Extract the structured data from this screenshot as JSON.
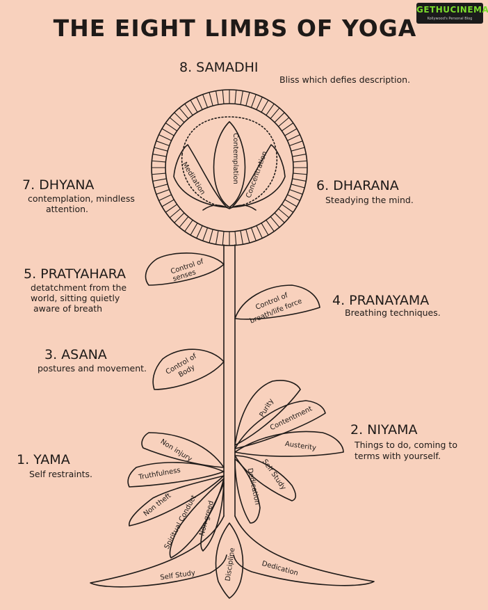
{
  "title": "THE EIGHT LIMBS OF YOGA",
  "watermark": {
    "text": "GETHUCINEMA",
    "tagline": "Kollywood's Personal Blog"
  },
  "colors": {
    "paper": "#f8d1bd",
    "ink": "#1e1a18",
    "logo_bg": "#1b1b1b",
    "logo_text": "#7bdc2d"
  },
  "limbs": [
    {
      "name": "1. YAMA",
      "desc": [
        "Self restraints."
      ]
    },
    {
      "name": "2. NIYAMA",
      "desc": [
        "Things to do, coming to",
        "terms with yourself."
      ]
    },
    {
      "name": "3. ASANA",
      "desc": [
        "postures and movement."
      ]
    },
    {
      "name": "4. PRANAYAMA",
      "desc": [
        "Breathing techniques."
      ]
    },
    {
      "name": "5. PRATYAHARA",
      "desc": [
        "detatchment from the",
        "world, sitting quietly",
        "aware of breath"
      ]
    },
    {
      "name": "6. DHARANA",
      "desc": [
        "Steadying the mind."
      ]
    },
    {
      "name": "7. DHYANA",
      "desc": [
        "contemplation, mindless",
        "attention."
      ]
    },
    {
      "name": "8. SAMADHI",
      "desc": [
        "Bliss which defies description."
      ]
    }
  ],
  "flower": {
    "center": "Contemplation",
    "left": "Meditation",
    "right": "Concentration"
  },
  "stem_leaves": {
    "senses": [
      "Control of",
      "senses"
    ],
    "breath": [
      "Control of",
      "breath/life force"
    ],
    "body": [
      "Control of",
      "Body"
    ]
  },
  "yama_leaves": [
    "Non injury",
    "Truthfulness",
    "Non theft",
    "Spiritual Conduct",
    "Non greed"
  ],
  "niyama_leaves": [
    "Purity",
    "Contentment",
    "Austerity",
    "Self Study",
    "Dedication"
  ],
  "roots": {
    "left": "Self Study",
    "center": "Discipline",
    "right": "Dedication"
  }
}
